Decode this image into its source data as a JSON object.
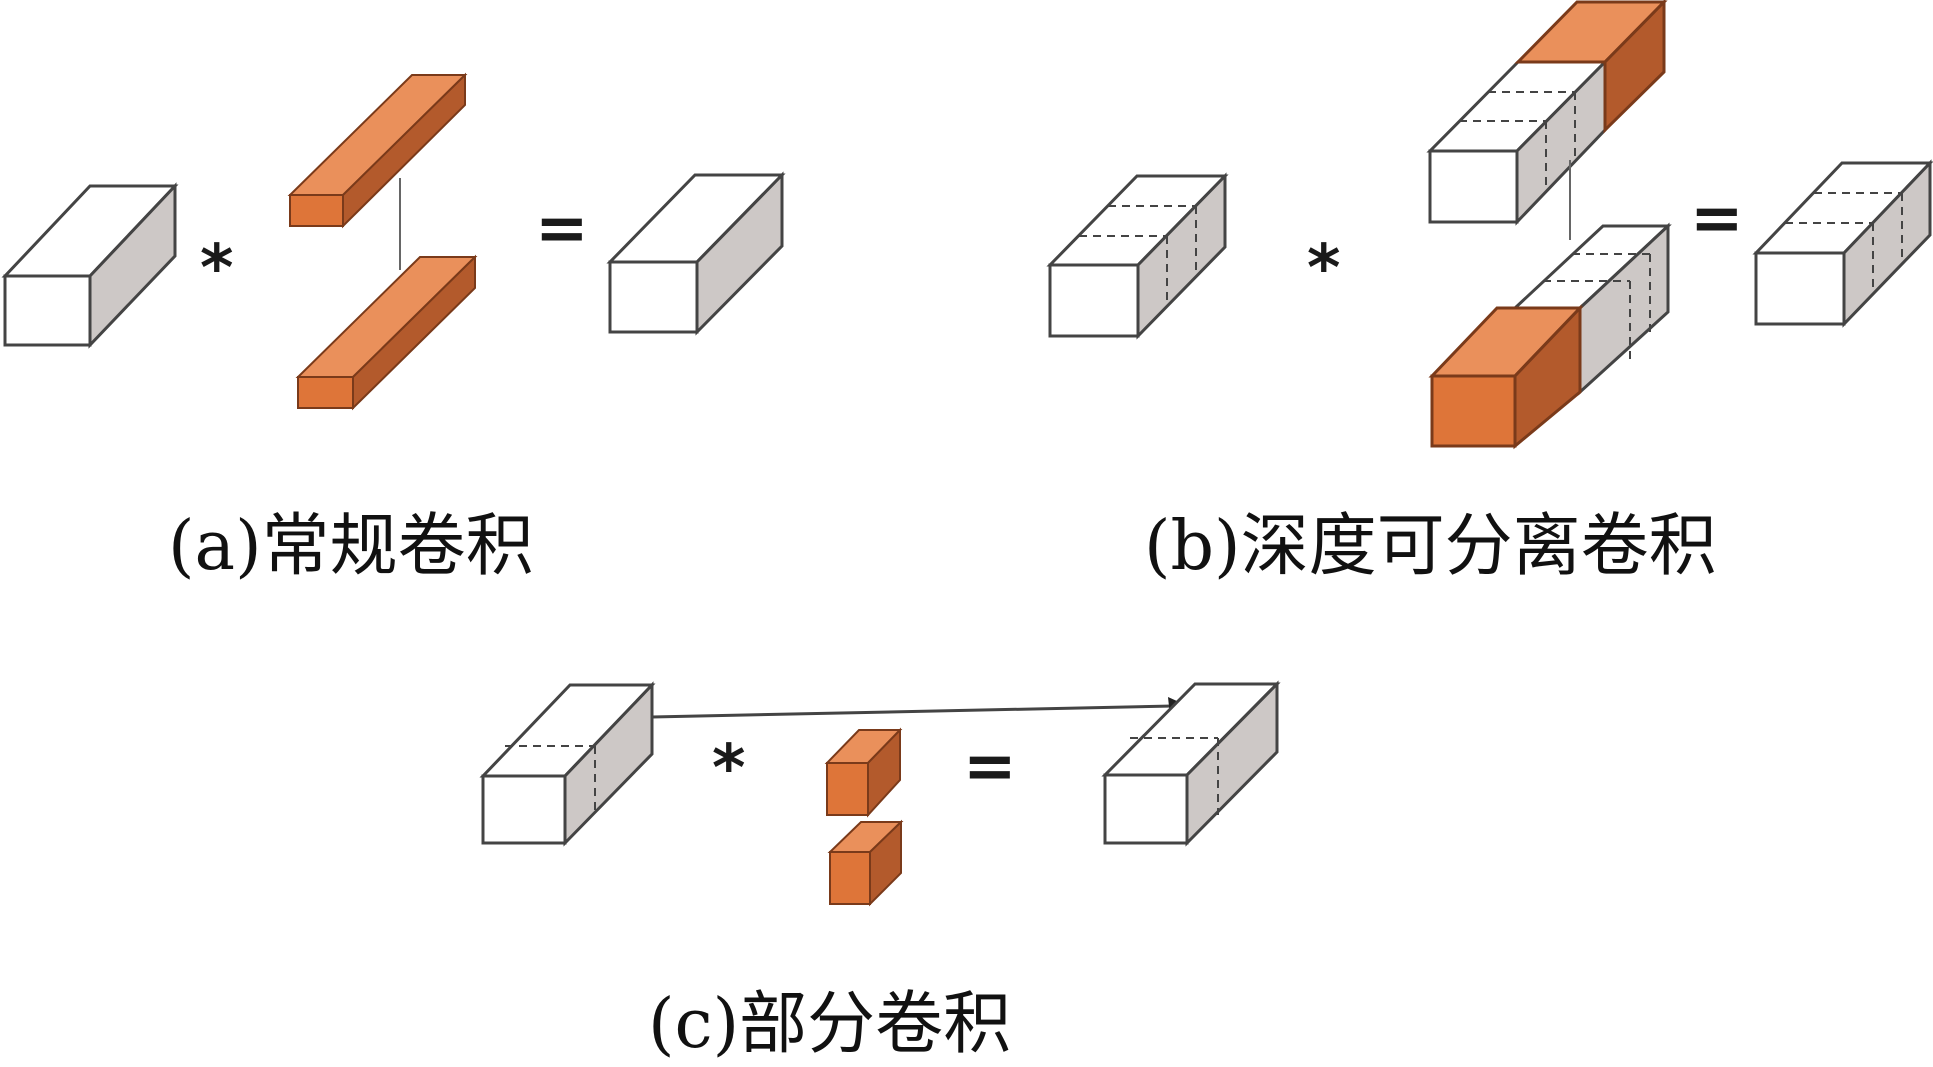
{
  "captions": {
    "a": "(a)常规卷积",
    "b": "(b)深度可分离卷积",
    "c": "(c)部分卷积"
  },
  "operators": {
    "multiply": "*",
    "equals": "="
  },
  "colors": {
    "block_front": "#ffffff",
    "block_side": "#cdc8c6",
    "block_top": "#ffffff",
    "block_stroke": "#444444",
    "kernel_front": "#de7539",
    "kernel_top": "#ea905b",
    "kernel_side": "#b35a2c",
    "kernel_stroke": "#7a3a1a"
  }
}
